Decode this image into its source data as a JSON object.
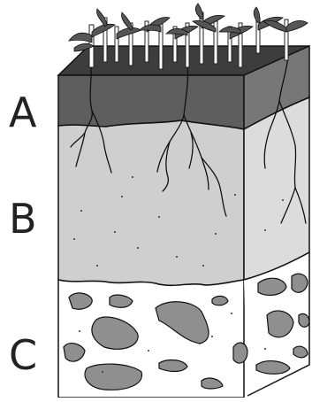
{
  "horizons": [
    {
      "label": "A",
      "color": "#5e5e5e"
    },
    {
      "label": "B",
      "color": "#cfcfcf"
    },
    {
      "label": "C",
      "color": "#ffffff"
    }
  ],
  "colors": {
    "top_surface": "#3d3d3d",
    "right_face_a": "#777777",
    "right_face_b": "#dcdcdc",
    "stone": "#8f8f8f",
    "outline": "#111111",
    "plant_leaf": "#555555",
    "plant_stem": "#ffffff"
  }
}
